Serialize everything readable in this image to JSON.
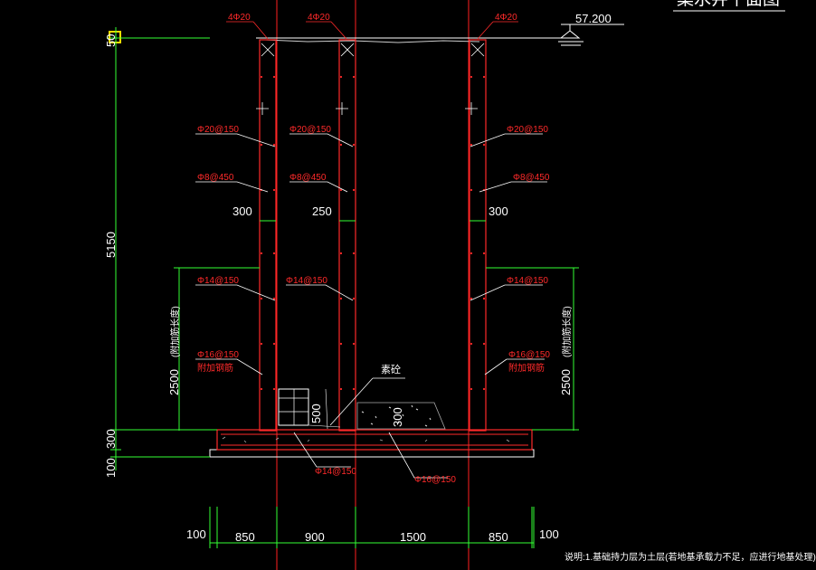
{
  "drawing": {
    "title": "集水井平面图",
    "elevation": "57.200",
    "top_rebar_labels": [
      "4Φ20",
      "4Φ20",
      "4Φ20"
    ],
    "wall_labels": {
      "vertical": [
        "Φ20@150",
        "Φ20@150",
        "Φ20@150"
      ],
      "tie": [
        "Φ8@450",
        "Φ8@450",
        "Φ8@450"
      ],
      "lower_vertical": [
        "Φ14@150",
        "Φ14@150",
        "Φ14@150"
      ],
      "added_left": "Φ16@150",
      "added_left_sub": "附加钢筋",
      "added_right": "Φ16@150",
      "added_right_sub": "附加钢筋"
    },
    "wall_thickness": {
      "left": "300",
      "middle": "250",
      "right": "300"
    },
    "anchor_length_left": "(附加筋长度)",
    "anchor_length_right": "(附加筋长度)",
    "base_labels": {
      "left": "Φ14@150",
      "right": "Φ16@150"
    },
    "plain_concrete_label": "素砼",
    "pedestal_dims": {
      "left": "500",
      "right": "300"
    },
    "left_dims": {
      "top": "50",
      "total": "5150",
      "lower": "2500",
      "slab": "300",
      "cushion": "100"
    },
    "right_dim": "2500",
    "bottom_dims": [
      "100",
      "850",
      "900",
      "1500",
      "850",
      "100"
    ],
    "note_line": "说明:1.基础持力层为土层(若地基承载力不足，应进行地基处理)。"
  }
}
